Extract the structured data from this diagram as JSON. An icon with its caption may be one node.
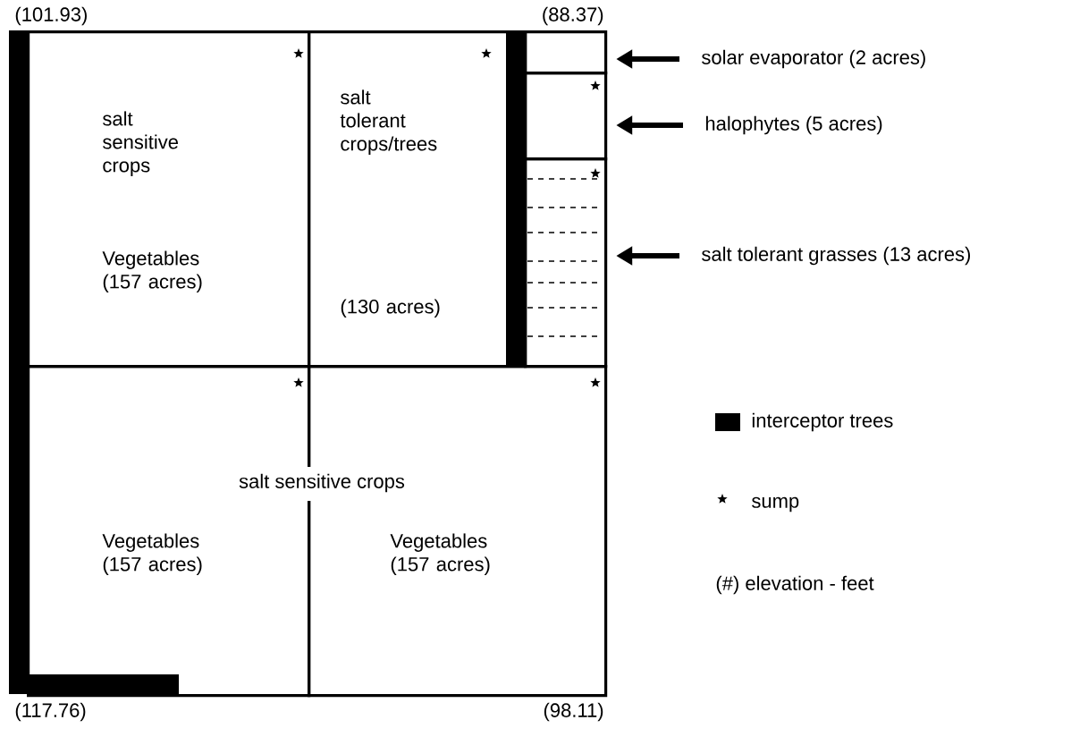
{
  "diagram": {
    "nodes": [
      {
        "text": [
          "salt sensitive crops",
          "Vegetables (157 acres)"
        ]
      },
      {
        "text": [
          "salt tolerant crops/trees",
          "(130 acres)"
        ]
      },
      {
        "text": [],
        "shape": "box"
      },
      {
        "text": [],
        "shape": "box"
      },
      {
        "text": [],
        "shape": "box"
      },
      {
        "text": [
          "Vegetables (157 acres)"
        ]
      },
      {
        "text": [
          "Vegetables (157 acres)"
        ]
      },
      {
        "text": [
          "solar evaporator (2 acres)"
        ]
      },
      {
        "text": [
          "halophytes (5 acres)"
        ]
      },
      {
        "text": [
          "salt tolerant grasses (13 acres)"
        ]
      }
    ],
    "edges": [
      {
        "from": 7,
        "to": 2,
        "arrow": "to"
      },
      {
        "from": 8,
        "to": 3,
        "arrow": "to"
      },
      {
        "from": 9,
        "to": 4,
        "arrow": "to"
      }
    ],
    "labels": [
      "(101.93)",
      "(88.37)",
      "salt sensitive crops",
      "(117.76)",
      "(98.11)",
      "(#) elevation - feet"
    ],
    "legend": [
      {
        "text": "interceptor trees",
        "color": "#000000"
      },
      {
        "text": "sump"
      }
    ]
  }
}
